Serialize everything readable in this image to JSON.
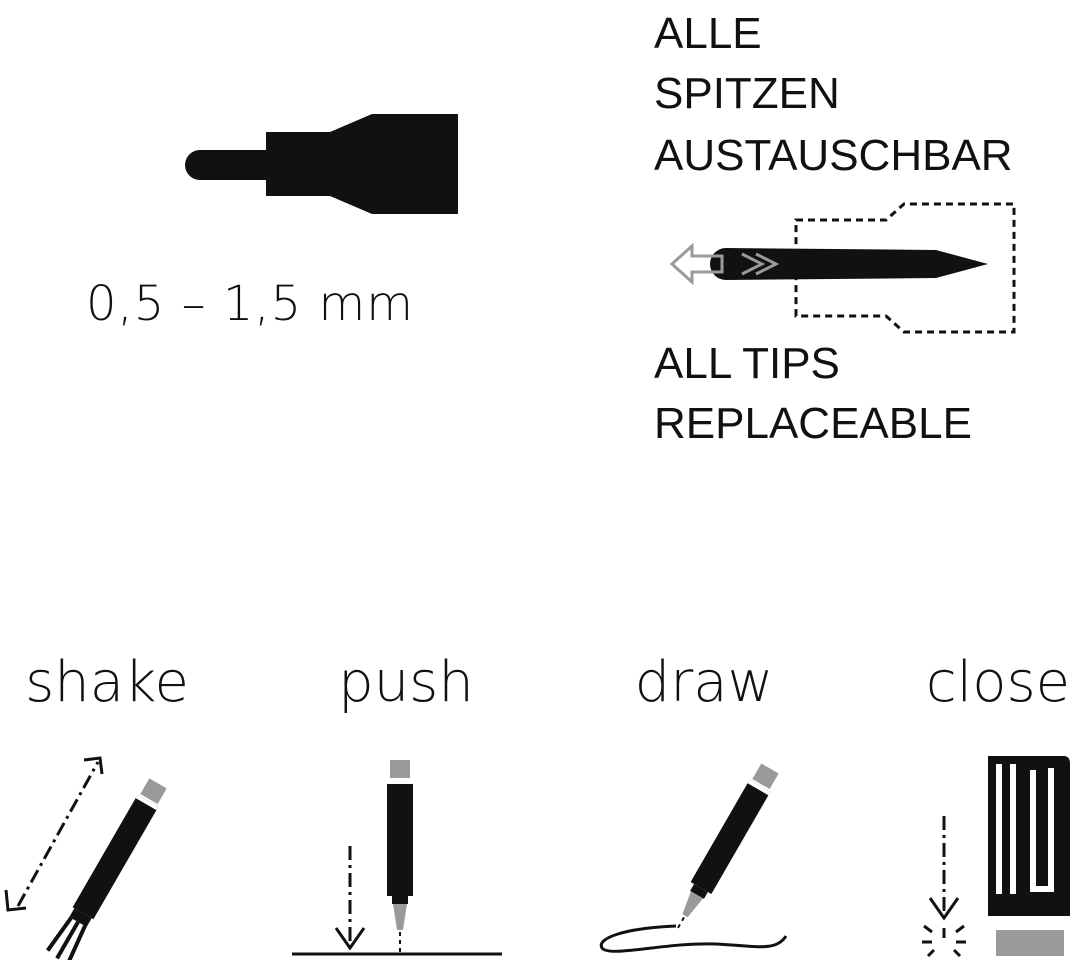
{
  "tip": {
    "size_label": "0,5 – 1,5 mm"
  },
  "replaceable": {
    "german": [
      "ALLE",
      "SPITZEN",
      "AUSTAUSCHBAR"
    ],
    "english": [
      "ALL TIPS",
      "REPLACEABLE"
    ]
  },
  "steps": [
    {
      "label": "shake",
      "icon": "shake-icon"
    },
    {
      "label": "push",
      "icon": "push-icon"
    },
    {
      "label": "draw",
      "icon": "draw-icon"
    },
    {
      "label": "close",
      "icon": "close-icon"
    }
  ],
  "colors": {
    "ink": "#111111",
    "tip_grey": "#9a9a9a",
    "background": "#ffffff"
  }
}
